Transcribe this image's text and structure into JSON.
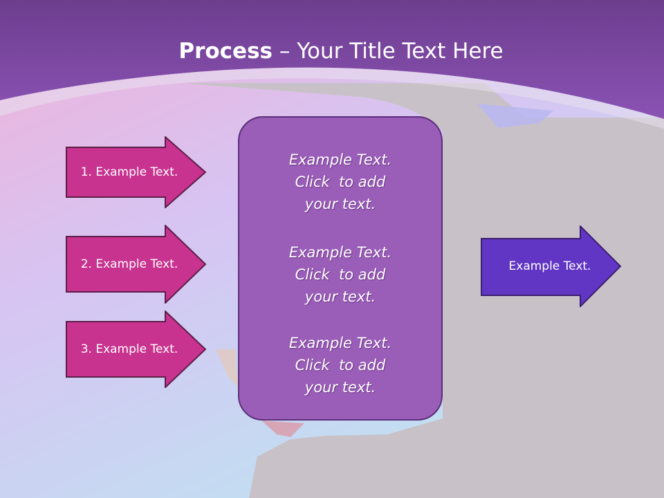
{
  "slide": {
    "title_bold": "Process",
    "title_rest": " – Your Title Text Here",
    "steps": [
      {
        "label": "1. Example Text."
      },
      {
        "label": "2. Example Text."
      },
      {
        "label": "3. Example Text."
      }
    ],
    "center_items": [
      {
        "line1": "Example Text.",
        "line2": "Click  to add",
        "line3": "your text."
      },
      {
        "line1": "Example Text.",
        "line2": "Click  to add",
        "line3": "your text."
      },
      {
        "line1": "Example Text.",
        "line2": "Click  to add",
        "line3": "your text."
      }
    ],
    "result": {
      "label": "Example Text."
    }
  },
  "colors": {
    "header": "#7b45a8",
    "step_arrow": "#c8338f",
    "center_box": "#9a5db8",
    "result_arrow": "#6236c4",
    "photo_grey": "#c8c2c8"
  }
}
